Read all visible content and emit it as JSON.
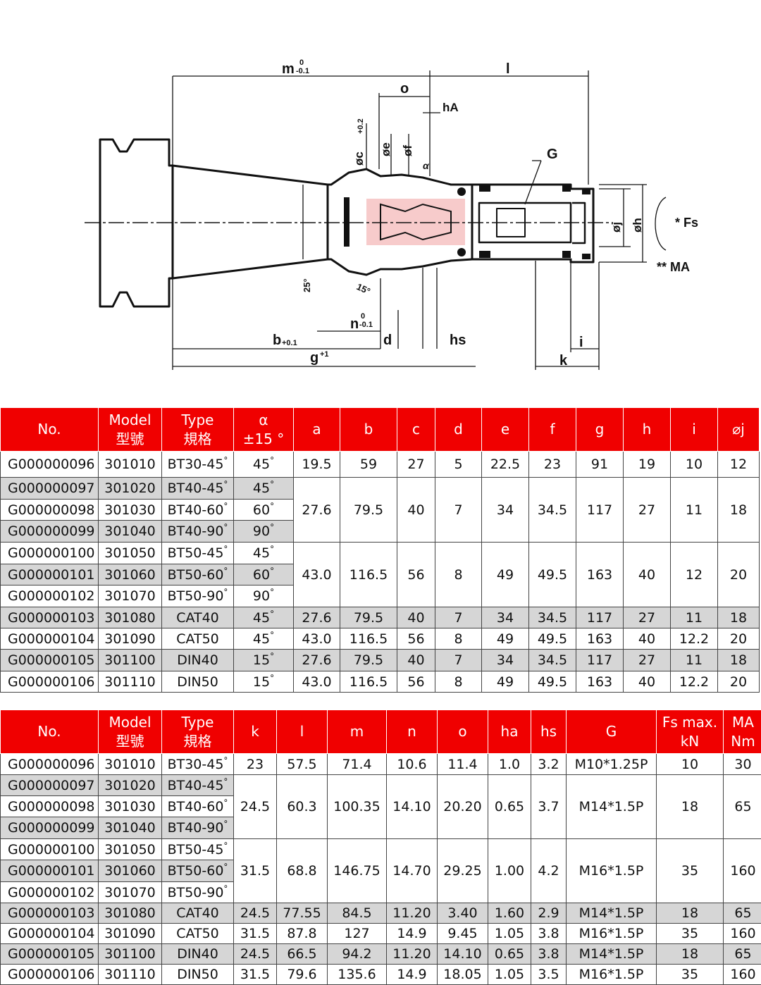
{
  "drawing": {
    "labels": {
      "m": "m",
      "m_tol_top": "0",
      "m_tol_bottom": "-0.1",
      "l": "l",
      "o": "o",
      "hA": "hA",
      "c": "øc",
      "c_tol": "+0.2",
      "e": "øe",
      "f": "øf",
      "alpha": "α",
      "G": "G",
      "j": "øj",
      "h": "øh",
      "Fs": "* Fs",
      "MA": "** MA",
      "deg25": "25°",
      "deg15": "15°",
      "n": "n",
      "n_tol_top": "0",
      "n_tol_bottom": "-0.1",
      "b": "b",
      "b_tol": "+0.1",
      "d": "d",
      "hs": "hs",
      "i": "i",
      "g": "g",
      "g_tol": "+1",
      "k": "k"
    }
  },
  "table1": {
    "headers": [
      {
        "top": "No."
      },
      {
        "top": "Model",
        "bottom": "型號"
      },
      {
        "top": "Type",
        "bottom": "規格"
      },
      {
        "top": "α",
        "bottom": "±15 °"
      },
      {
        "top": "a"
      },
      {
        "top": "b"
      },
      {
        "top": "c"
      },
      {
        "top": "d"
      },
      {
        "top": "e"
      },
      {
        "top": "f"
      },
      {
        "top": "g"
      },
      {
        "top": "h"
      },
      {
        "top": "i"
      },
      {
        "top": "⌀j"
      }
    ],
    "rows": [
      {
        "no": "G000000096",
        "model": "301010",
        "type": "BT30-45",
        "alpha": "45",
        "a": "19.5",
        "b": "59",
        "c": "27",
        "d": "5",
        "e": "22.5",
        "f": "23",
        "g": "91",
        "h": "19",
        "i": "10",
        "j": "12"
      },
      {
        "no": "G000000097",
        "model": "301020",
        "type": "BT40-45",
        "alpha": "45",
        "a": "27.6",
        "b": "79.5",
        "c": "40",
        "d": "7",
        "e": "34",
        "f": "34.5",
        "g": "117",
        "h": "27",
        "i": "11",
        "j": "18"
      },
      {
        "no": "G000000098",
        "model": "301030",
        "type": "BT40-60",
        "alpha": "60"
      },
      {
        "no": "G000000099",
        "model": "301040",
        "type": "BT40-90",
        "alpha": "90"
      },
      {
        "no": "G000000100",
        "model": "301050",
        "type": "BT50-45",
        "alpha": "45",
        "a": "43.0",
        "b": "116.5",
        "c": "56",
        "d": "8",
        "e": "49",
        "f": "49.5",
        "g": "163",
        "h": "40",
        "i": "12",
        "j": "20"
      },
      {
        "no": "G000000101",
        "model": "301060",
        "type": "BT50-60",
        "alpha": "60"
      },
      {
        "no": "G000000102",
        "model": "301070",
        "type": "BT50-90",
        "alpha": "90"
      },
      {
        "no": "G000000103",
        "model": "301080",
        "type": "CAT40",
        "alpha": "45",
        "a": "27.6",
        "b": "79.5",
        "c": "40",
        "d": "7",
        "e": "34",
        "f": "34.5",
        "g": "117",
        "h": "27",
        "i": "11",
        "j": "18"
      },
      {
        "no": "G000000104",
        "model": "301090",
        "type": "CAT50",
        "alpha": "45",
        "a": "43.0",
        "b": "116.5",
        "c": "56",
        "d": "8",
        "e": "49",
        "f": "49.5",
        "g": "163",
        "h": "40",
        "i": "12.2",
        "j": "20"
      },
      {
        "no": "G000000105",
        "model": "301100",
        "type": "DIN40",
        "alpha": "15",
        "a": "27.6",
        "b": "79.5",
        "c": "40",
        "d": "7",
        "e": "34",
        "f": "34.5",
        "g": "117",
        "h": "27",
        "i": "11",
        "j": "18"
      },
      {
        "no": "G000000106",
        "model": "301110",
        "type": "DIN50",
        "alpha": "15",
        "a": "43.0",
        "b": "116.5",
        "c": "56",
        "d": "8",
        "e": "49",
        "f": "49.5",
        "g": "163",
        "h": "40",
        "i": "12.2",
        "j": "20"
      }
    ]
  },
  "table2": {
    "headers": [
      {
        "top": "No."
      },
      {
        "top": "Model",
        "bottom": "型號"
      },
      {
        "top": "Type",
        "bottom": "規格"
      },
      {
        "top": "k"
      },
      {
        "top": "l"
      },
      {
        "top": "m"
      },
      {
        "top": "n"
      },
      {
        "top": "o"
      },
      {
        "top": "ha"
      },
      {
        "top": "hs"
      },
      {
        "top": "G"
      },
      {
        "top": "Fs max.",
        "bottom": "kN"
      },
      {
        "top": "MA",
        "bottom": "Nm"
      }
    ],
    "rows": [
      {
        "no": "G000000096",
        "model": "301010",
        "type": "BT30-45",
        "k": "23",
        "l": "57.5",
        "m": "71.4",
        "n": "10.6",
        "o": "11.4",
        "ha": "1.0",
        "hs": "3.2",
        "G": "M10*1.25P",
        "fs": "10",
        "ma": "30"
      },
      {
        "no": "G000000097",
        "model": "301020",
        "type": "BT40-45",
        "k": "24.5",
        "l": "60.3",
        "m": "100.35",
        "n": "14.10",
        "o": "20.20",
        "ha": "0.65",
        "hs": "3.7",
        "G": "M14*1.5P",
        "fs": "18",
        "ma": "65"
      },
      {
        "no": "G000000098",
        "model": "301030",
        "type": "BT40-60"
      },
      {
        "no": "G000000099",
        "model": "301040",
        "type": "BT40-90"
      },
      {
        "no": "G000000100",
        "model": "301050",
        "type": "BT50-45",
        "k": "31.5",
        "l": "68.8",
        "m": "146.75",
        "n": "14.70",
        "o": "29.25",
        "ha": "1.00",
        "hs": "4.2",
        "G": "M16*1.5P",
        "fs": "35",
        "ma": "160"
      },
      {
        "no": "G000000101",
        "model": "301060",
        "type": "BT50-60"
      },
      {
        "no": "G000000102",
        "model": "301070",
        "type": "BT50-90"
      },
      {
        "no": "G000000103",
        "model": "301080",
        "type": "CAT40",
        "k": "24.5",
        "l": "77.55",
        "m": "84.5",
        "n": "11.20",
        "o": "3.40",
        "ha": "1.60",
        "hs": "2.9",
        "G": "M14*1.5P",
        "fs": "18",
        "ma": "65"
      },
      {
        "no": "G000000104",
        "model": "301090",
        "type": "CAT50",
        "k": "31.5",
        "l": "87.8",
        "m": "127",
        "n": "14.9",
        "o": "9.45",
        "ha": "1.05",
        "hs": "3.8",
        "G": "M16*1.5P",
        "fs": "35",
        "ma": "160"
      },
      {
        "no": "G000000105",
        "model": "301100",
        "type": "DIN40",
        "k": "24.5",
        "l": "66.5",
        "m": "94.2",
        "n": "11.20",
        "o": "14.10",
        "ha": "0.65",
        "hs": "3.8",
        "G": "M14*1.5P",
        "fs": "18",
        "ma": "65"
      },
      {
        "no": "G000000106",
        "model": "301110",
        "type": "DIN50",
        "k": "31.5",
        "l": "79.6",
        "m": "135.6",
        "n": "14.9",
        "o": "18.05",
        "ha": "1.05",
        "hs": "3.5",
        "G": "M16*1.5P",
        "fs": "35",
        "ma": "160"
      }
    ]
  }
}
